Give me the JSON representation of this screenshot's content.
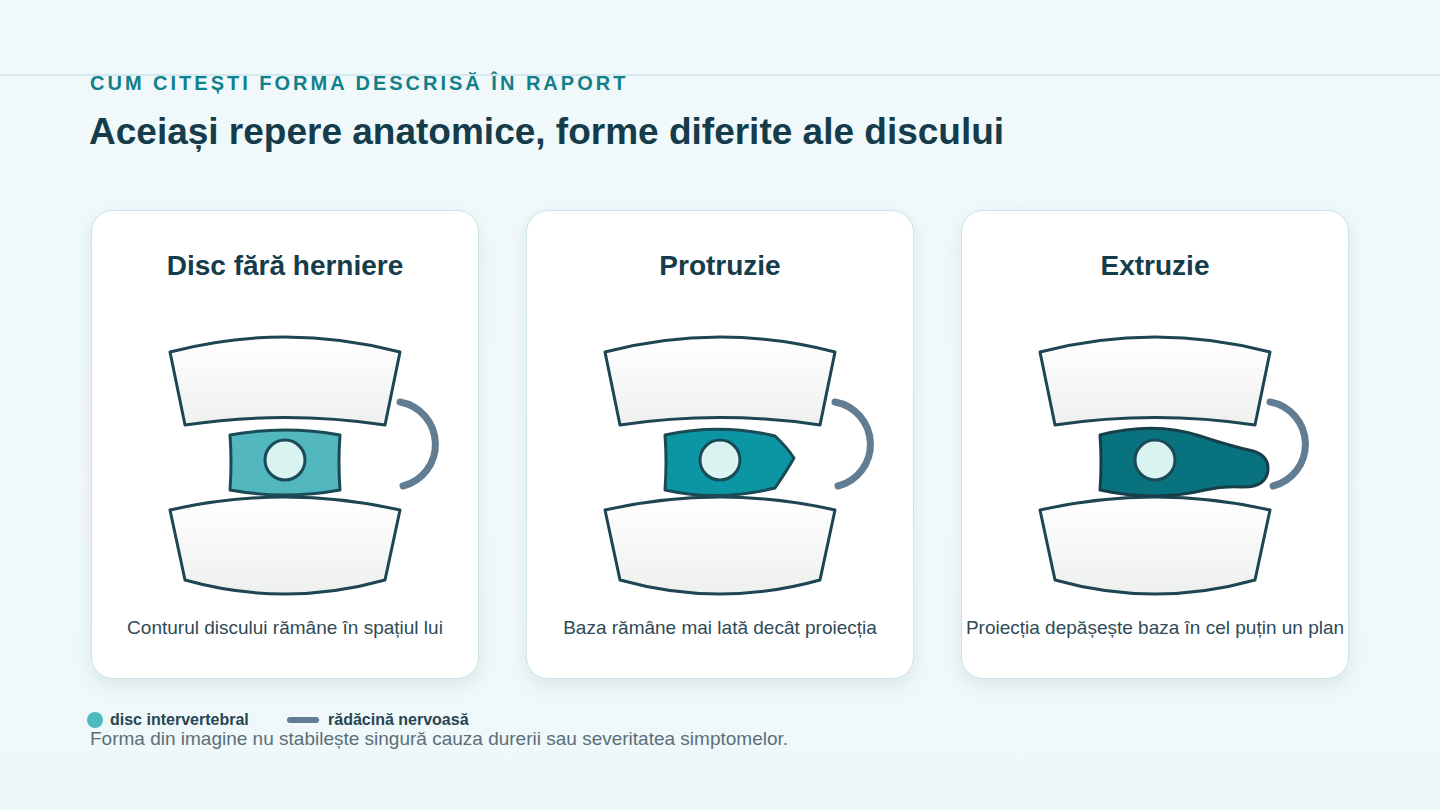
{
  "diagram": {
    "title": "Aceiași repere anatomice, forme diferite ale discului",
    "caption": "Forma din imagine nu stabilește singură cauza durerii sau severitatea simptomelor.",
    "nodes": [
      {
        "text": [
          "Disc fără herniere",
          "Conturul discului rămâne în spațiul lui"
        ]
      },
      {
        "text": [
          "Protruzie",
          "Baza rămâne mai lată decât proiecția"
        ]
      },
      {
        "text": [
          "Extruzie",
          "Proiecția depășește baza în cel puțin un plan"
        ]
      }
    ],
    "labels": [
      "CUM CITEȘTI FORMA DESCRISĂ ÎN RAPORT"
    ],
    "legend": [
      {
        "text": "disc intervertebral",
        "color": "#4db8c0"
      },
      {
        "text": "rădăcină nervoasă"
      }
    ]
  }
}
